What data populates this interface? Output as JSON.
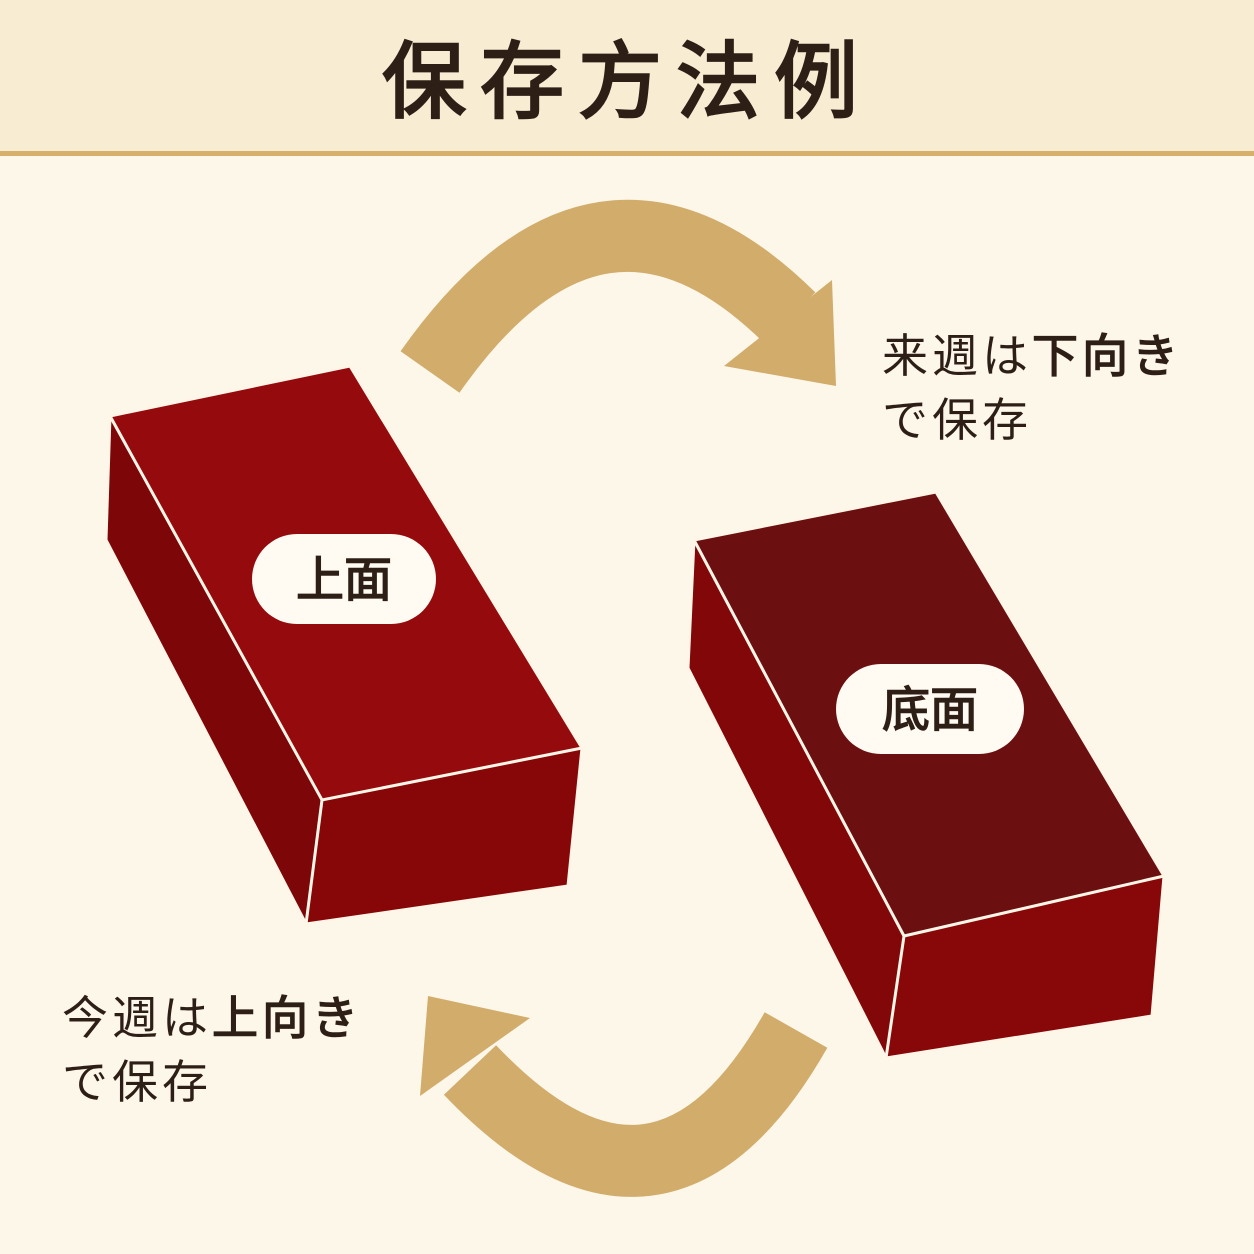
{
  "title": "保存方法例",
  "boxes": {
    "top_label": "上面",
    "bottom_label": "底面"
  },
  "captions": {
    "next_week": {
      "prefix": "来週は",
      "emphasis": "下向き",
      "suffix": "で保存"
    },
    "this_week": {
      "prefix": "今週は",
      "emphasis": "上向き",
      "suffix": "で保存"
    }
  },
  "colors": {
    "background": "#fdf7ea",
    "header_bg": "#f8ecd3",
    "accent_gold": "#d2ac6b",
    "box_red": "#8c0a0c",
    "box_dark": "#6b0f10",
    "text": "#2e1f16"
  },
  "icons": [
    "cycle-arrow-top-icon",
    "cycle-arrow-bottom-icon"
  ]
}
